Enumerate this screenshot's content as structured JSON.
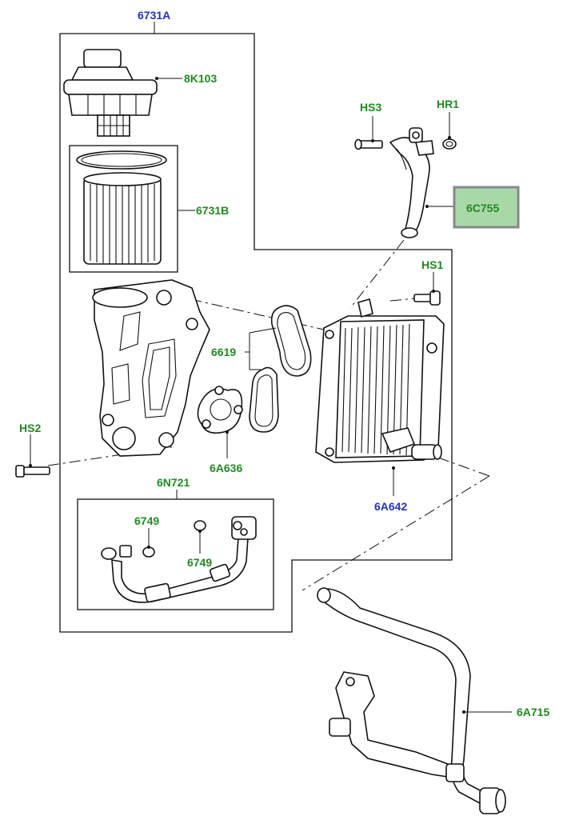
{
  "labels": {
    "assy": "6731A",
    "cap": "8K103",
    "filter": "6731B",
    "hose_top": "6C755",
    "bolt_top": "HS3",
    "clip_top": "HR1",
    "bolt_cooler": "HS1",
    "gaskets": "6619",
    "bolt_left": "HS2",
    "seal_ring": "6A636",
    "cooler": "6A642",
    "pipe_assy": "6N721",
    "oring_a": "6749",
    "oring_b": "6749",
    "coolant_pipe": "6A715"
  },
  "colors": {
    "label_green": "#1f8a1f",
    "label_blue": "#2233bb",
    "highlight_fill": "#a8d8a8",
    "highlight_border": "#888888"
  }
}
